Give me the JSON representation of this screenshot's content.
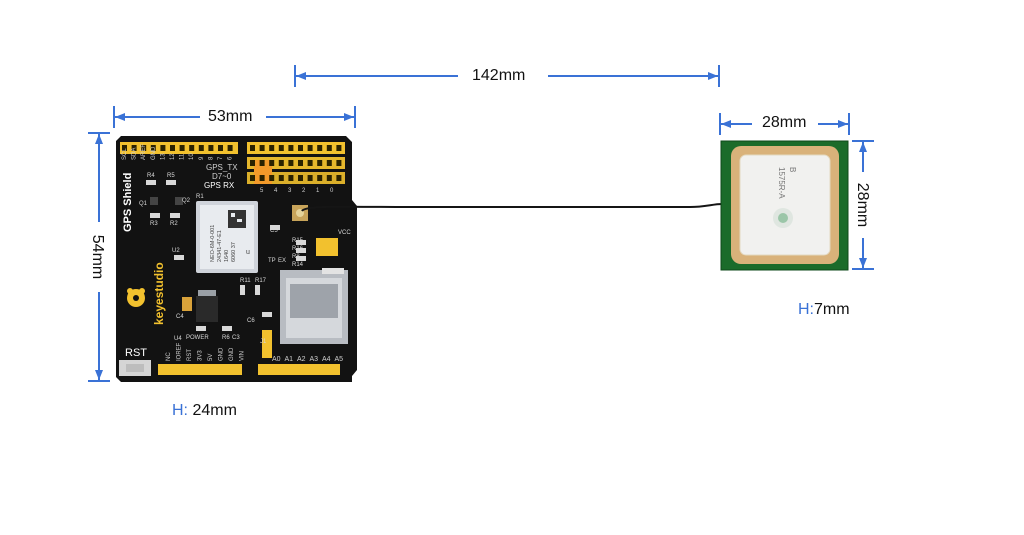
{
  "dimensions": {
    "total_length": "142mm",
    "shield_width": "53mm",
    "shield_height": "54mm",
    "antenna_width": "28mm",
    "antenna_height": "28mm"
  },
  "heights": {
    "prefix": "H:",
    "shield": "24mm",
    "antenna": "7mm"
  },
  "shield": {
    "title": "GPS Shield",
    "brand": "keyestudio",
    "rst_label": "RST",
    "top_pins": [
      "SCL",
      "SDA",
      "AREF",
      "GND",
      "13",
      "12",
      "11",
      "10",
      "9",
      "8",
      "7",
      "6",
      "5",
      "4",
      "3",
      "2",
      "1",
      "0"
    ],
    "gps_tx": "GPS_TX",
    "d7_0": "D7~0",
    "gps_rx": "GPS RX",
    "bottom_power_pins": [
      "NC",
      "IOREF",
      "RST",
      "3V3",
      "5V",
      "GND",
      "GND",
      "VIN"
    ],
    "bottom_analog_pins": [
      "A0",
      "A1",
      "A2",
      "A3",
      "A4",
      "A5"
    ],
    "parts": [
      "R4",
      "R5",
      "Q1",
      "Q2",
      "R3",
      "R2",
      "U2",
      "R1",
      "C5",
      "U4",
      "C4",
      "C6",
      "R6",
      "C3",
      "POWER",
      "R11",
      "R17",
      "R15",
      "R16",
      "R8",
      "R14",
      "TP",
      "EX",
      "VCC",
      "J1"
    ],
    "module_text": [
      "NEO-6M-0-001",
      "24341-47-E1",
      "1640",
      "6060 37"
    ],
    "module_marker": "u"
  },
  "antenna": {
    "chip_text": "1575R-A",
    "chip_letter": "B"
  },
  "colors": {
    "dimension_line": "#3a72d6",
    "pcb": "#111111",
    "header": "#f2c12e",
    "antenna_pcb": "#1b6b2a",
    "ceramic": "#d9b27a",
    "patch": "#f1f1ef"
  }
}
